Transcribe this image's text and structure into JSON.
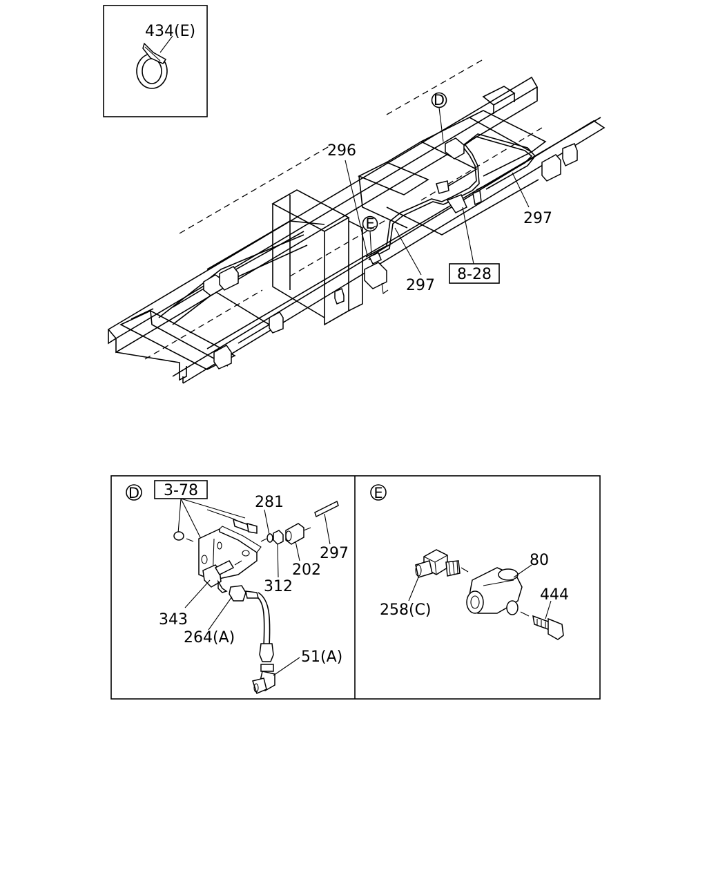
{
  "callouts": {
    "clip_inset": "434(E)",
    "detail_d_marker": "D",
    "detail_e_marker": "E",
    "part_296": "296",
    "part_297_upper": "297",
    "part_297_lower": "297",
    "ref_8_28": "8-28",
    "panel_d": {
      "marker": "D",
      "ref_3_78": "3-78",
      "p281": "281",
      "p297": "297",
      "p202": "202",
      "p312": "312",
      "p343": "343",
      "p264": "264(A)",
      "p51": "51(A)"
    },
    "panel_e": {
      "marker": "E",
      "p80": "80",
      "p444": "444",
      "p258": "258(C)"
    }
  }
}
